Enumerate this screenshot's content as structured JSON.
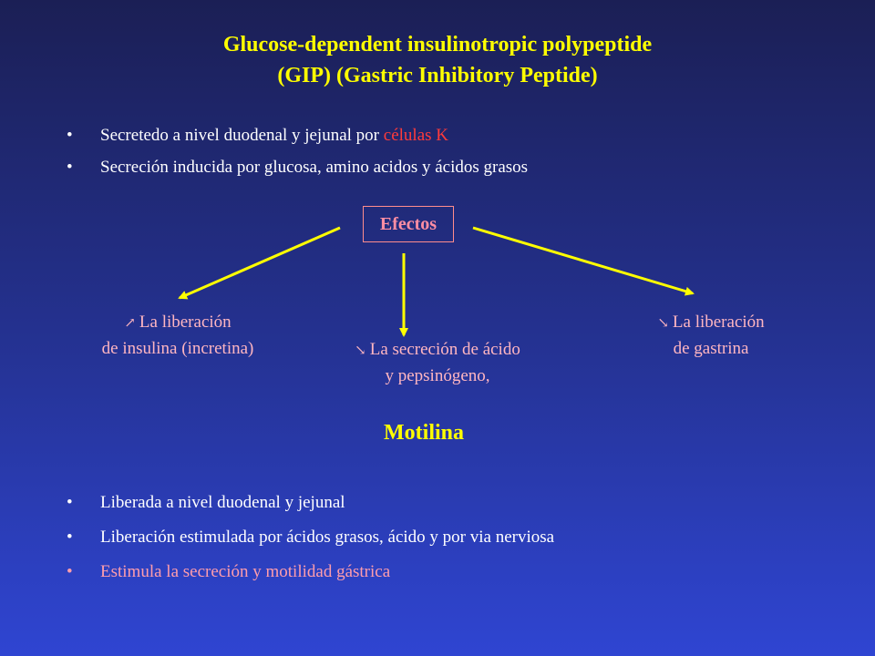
{
  "title": {
    "line1": "Glucose-dependent insulinotropic polypeptide",
    "line2": "(GIP) (Gastric Inhibitory Peptide)"
  },
  "gip_bullets": {
    "b1_text": "Secretedo a nivel duodenal y jejunal por ",
    "b1_highlight": "células K",
    "b2_text": "Secreción inducida por glucosa, amino acidos y ácidos grasos"
  },
  "efectos": {
    "label": "Efectos",
    "effect1": {
      "arrow": "↗",
      "line1": "La liberación",
      "line2": "de insulina (incretina)"
    },
    "effect2": {
      "arrow": "↘",
      "line1": "La secreción de ácido",
      "line2": "y pepsinógeno,"
    },
    "effect3": {
      "arrow": "↘",
      "line1": "La liberación",
      "line2": "de gastrina"
    }
  },
  "motilina": {
    "title": "Motilina",
    "b1": "Liberada a nivel duodenal y jejunal",
    "b2": "Liberación estimulada por ácidos grasos, ácido y por via nerviosa",
    "b3": "Estimula la secreción y motilidad gástrica"
  },
  "colors": {
    "background_top": "#1b1f55",
    "background_bottom": "#2f45d2",
    "title": "#ffff00",
    "highlight": "#ff3b3b",
    "effect_text": "#ffb6c1",
    "arrow": "#ffff00"
  }
}
